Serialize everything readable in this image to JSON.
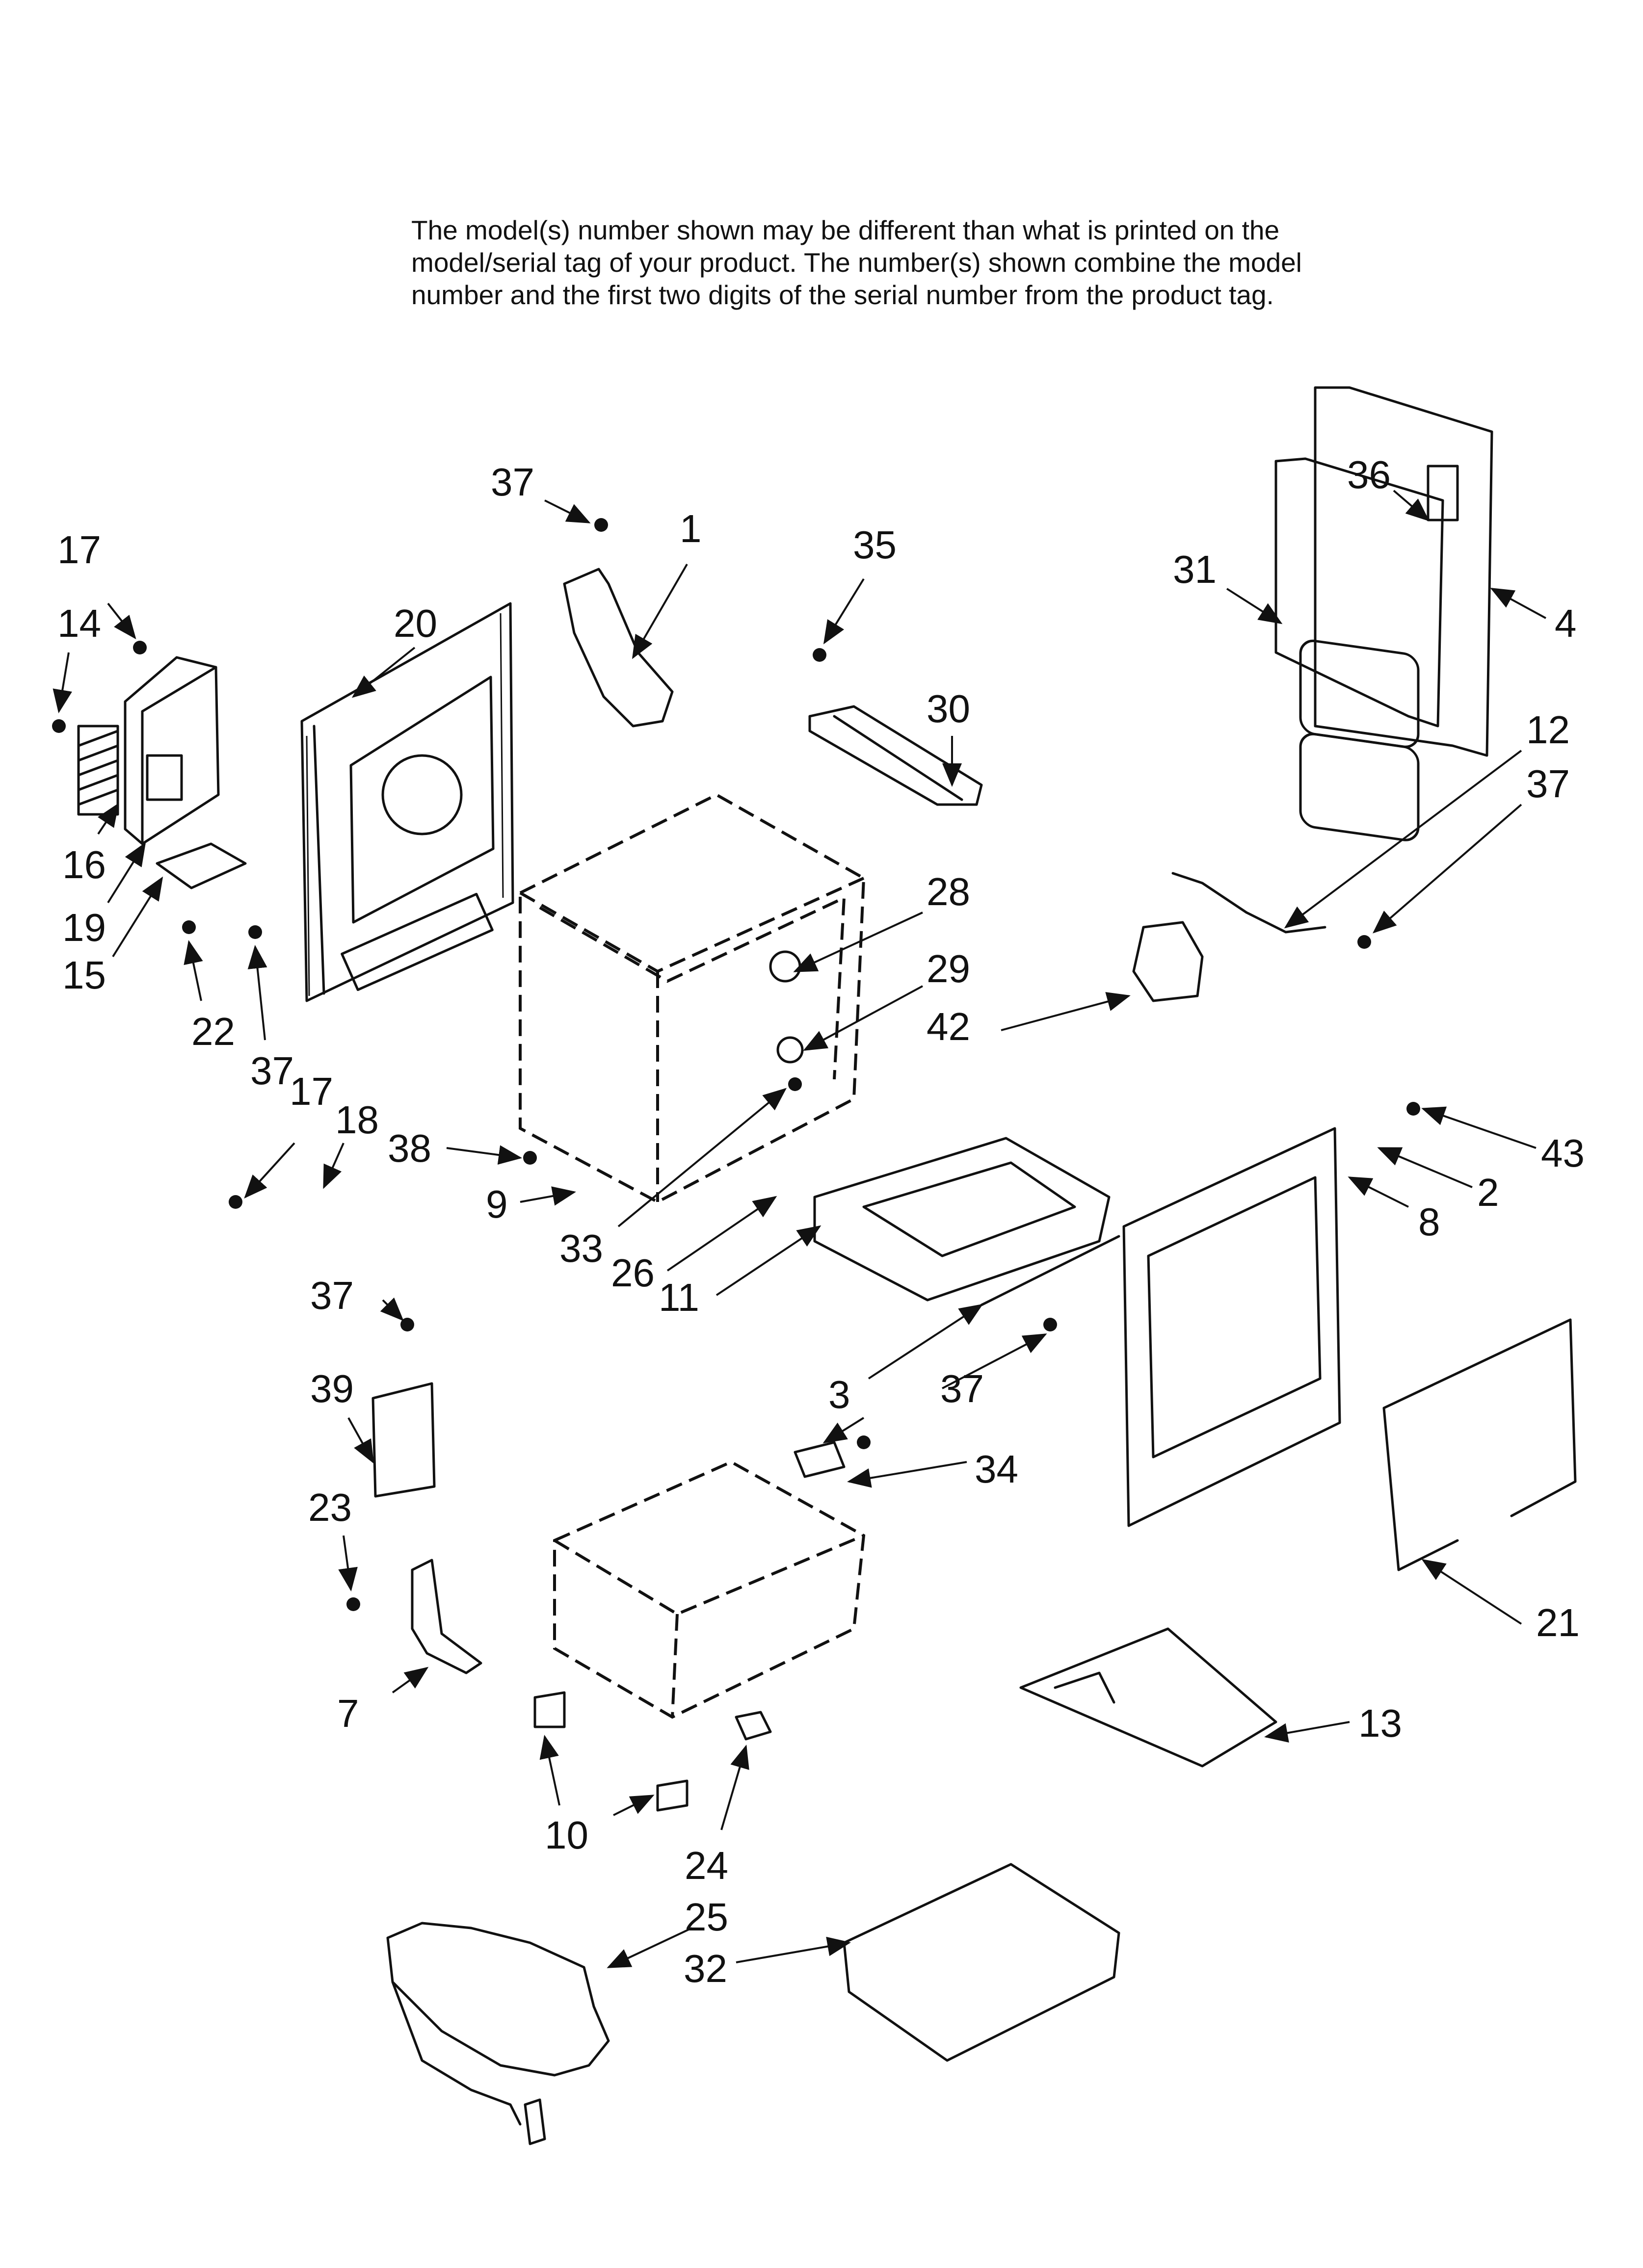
{
  "notice": {
    "line1": "The model(s) number shown may be different than what is printed on the",
    "line2": "model/serial tag of your product. The number(s) shown combine the model",
    "line3": "number and the first two digits of the serial number from the product tag."
  },
  "callouts": [
    "37",
    "1",
    "35",
    "17",
    "14",
    "20",
    "36",
    "31",
    "4",
    "30",
    "12",
    "37",
    "28",
    "16",
    "19",
    "15",
    "29",
    "42",
    "22",
    "37",
    "17",
    "18",
    "38",
    "9",
    "33",
    "26",
    "11",
    "43",
    "2",
    "8",
    "37",
    "39",
    "3",
    "37",
    "34",
    "23",
    "21",
    "7",
    "13",
    "10",
    "24",
    "25",
    "32"
  ]
}
